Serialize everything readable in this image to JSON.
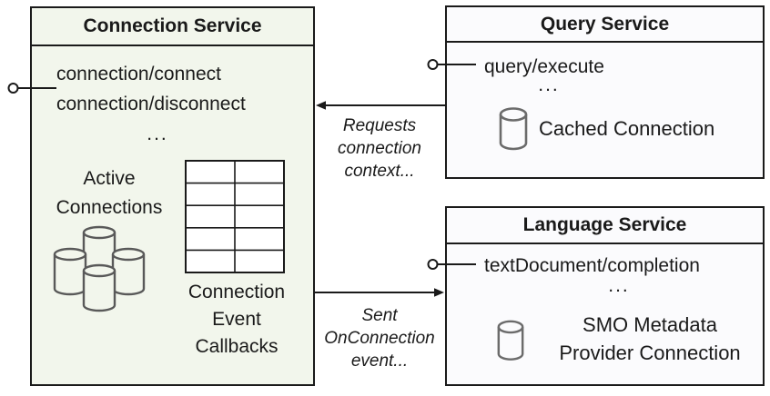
{
  "colors": {
    "connection_box_fill": "#f2f6ec",
    "service_box_fill": "#fbfbfd",
    "border": "#1a1a1a",
    "cluster_cylinder_stroke": "#595959",
    "small_cylinder_stroke": "#6b6b6b"
  },
  "connection_service": {
    "title": "Connection Service",
    "methods": [
      "connection/connect",
      "connection/disconnect"
    ],
    "ellipsis": "...",
    "active_connections": [
      "Active",
      "Connections"
    ],
    "active_connections_icon": "database-cluster-icon",
    "callbacks_icon": "table-grid-icon",
    "callbacks": [
      "Connection",
      "Event",
      "Callbacks"
    ]
  },
  "query_service": {
    "title": "Query Service",
    "method": "query/execute",
    "ellipsis": "...",
    "cached_connection_icon": "database-icon",
    "cached_connection": "Cached Connection"
  },
  "language_service": {
    "title": "Language Service",
    "method": "textDocument/completion",
    "ellipsis": "...",
    "smo_connection_icon": "database-icon",
    "smo_connection": [
      "SMO Metadata",
      "Provider Connection"
    ]
  },
  "edges": {
    "requests_label": [
      "Requests",
      "connection",
      "context..."
    ],
    "sent_label": [
      "Sent",
      "OnConnection",
      "event..."
    ]
  }
}
